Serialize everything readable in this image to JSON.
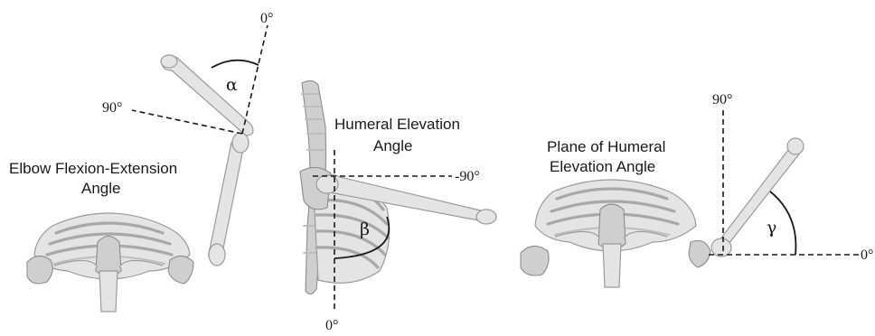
{
  "panels": {
    "elbow": {
      "title_line1": "Elbow Flexion-Extension",
      "title_line2": "Angle",
      "ref_top": "0°",
      "ref_side": "90°",
      "angle_symbol": "α"
    },
    "elevation": {
      "title_line1": "Humeral Elevation",
      "title_line2": "Angle",
      "ref_side": "-90°",
      "ref_bottom": "0°",
      "angle_symbol": "β"
    },
    "plane": {
      "title_line1": "Plane of Humeral",
      "title_line2": "Elevation Angle",
      "ref_top": "90°",
      "ref_side": "0°",
      "angle_symbol": "γ"
    }
  }
}
